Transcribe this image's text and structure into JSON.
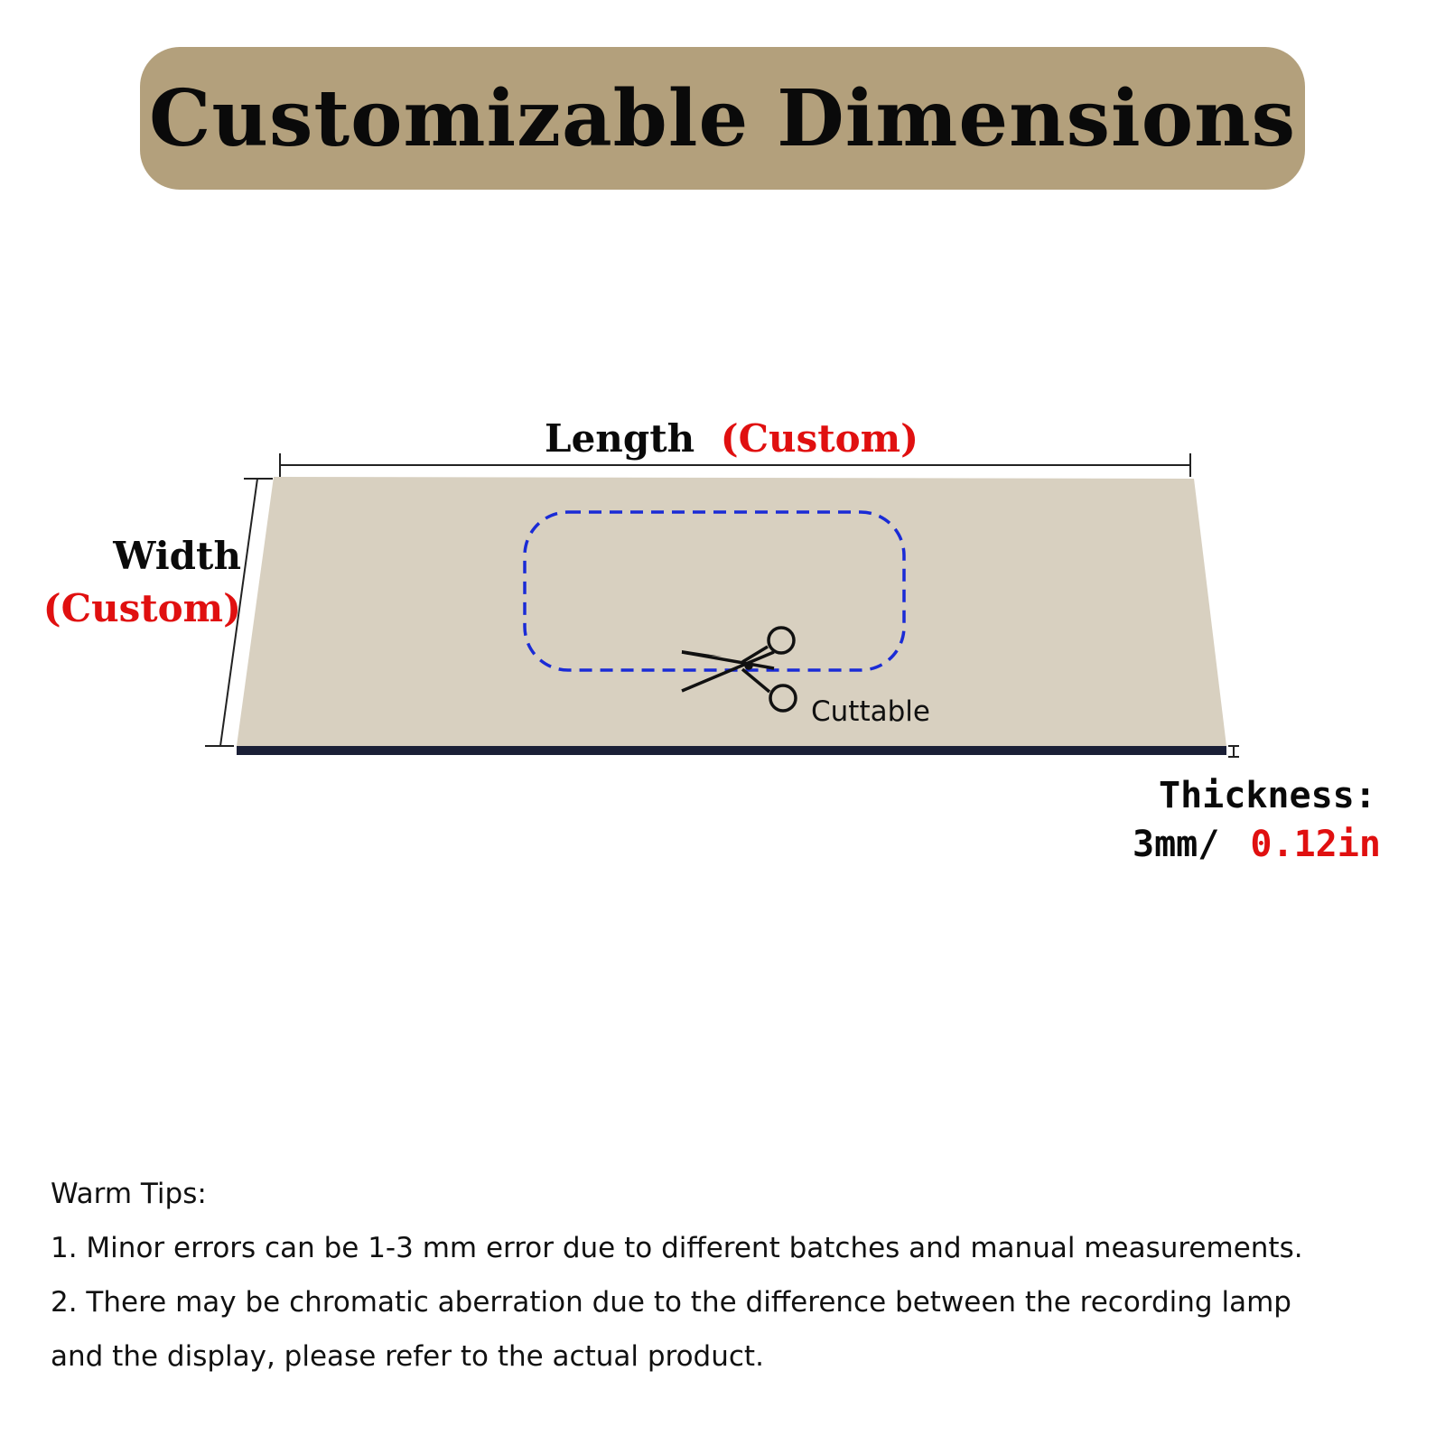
{
  "title": "Customizable Dimensions",
  "colors": {
    "banner": "#b3a07c",
    "panel_top": "#d8d0c0",
    "panel_edge": "#1a1f36",
    "cut_outline": "#1a2bd6",
    "accent_red": "#e01010",
    "text_dark": "#0a0a0a"
  },
  "diagram": {
    "length_label": "Length",
    "length_custom": "(Custom)",
    "width_label": "Width",
    "width_custom": "(Custom)",
    "cut_label": "Cuttable",
    "thickness_label": "Thickness:",
    "thickness_mm": "3mm/",
    "thickness_in": "0.12in",
    "icon": "scissors-icon"
  },
  "tips": {
    "heading": "Warm Tips:",
    "items": [
      "1. Minor errors can be 1-3 mm error due to different batches and manual measurements.",
      "2. There may be chromatic aberration due to the difference between the recording lamp",
      "and the display, please refer to the actual product."
    ]
  }
}
